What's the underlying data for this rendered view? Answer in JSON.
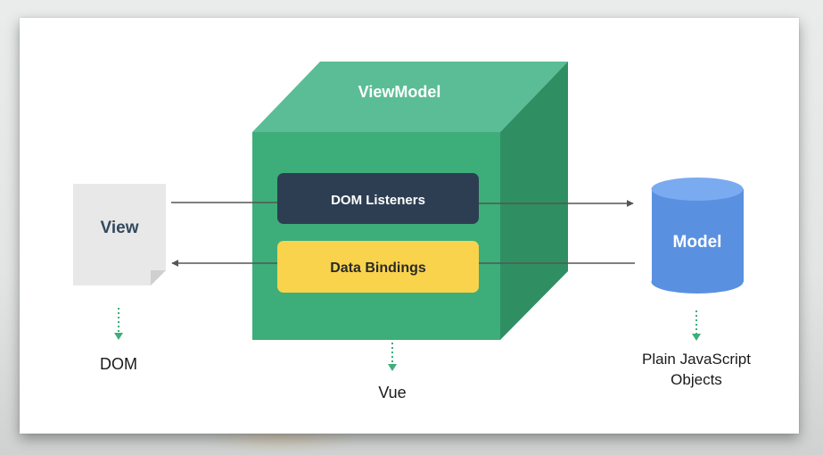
{
  "viewmodel": {
    "title": "ViewModel",
    "dom_listeners": "DOM Listeners",
    "data_bindings": "Data Bindings",
    "caption": "Vue"
  },
  "view": {
    "label": "View",
    "caption": "DOM"
  },
  "model": {
    "label": "Model",
    "caption_line1": "Plain JavaScript",
    "caption_line2": "Objects"
  },
  "colors": {
    "cube_front": "#3dae79",
    "cube_top": "#5bbd95",
    "cube_side": "#2f8f63",
    "listeners_box": "#2d3e52",
    "bindings_box": "#f9d34c",
    "model_cylinder": "#5a90e0",
    "view_doc": "#e8e8e8",
    "dotted_arrow": "#3dae79",
    "connector": "#555555"
  }
}
